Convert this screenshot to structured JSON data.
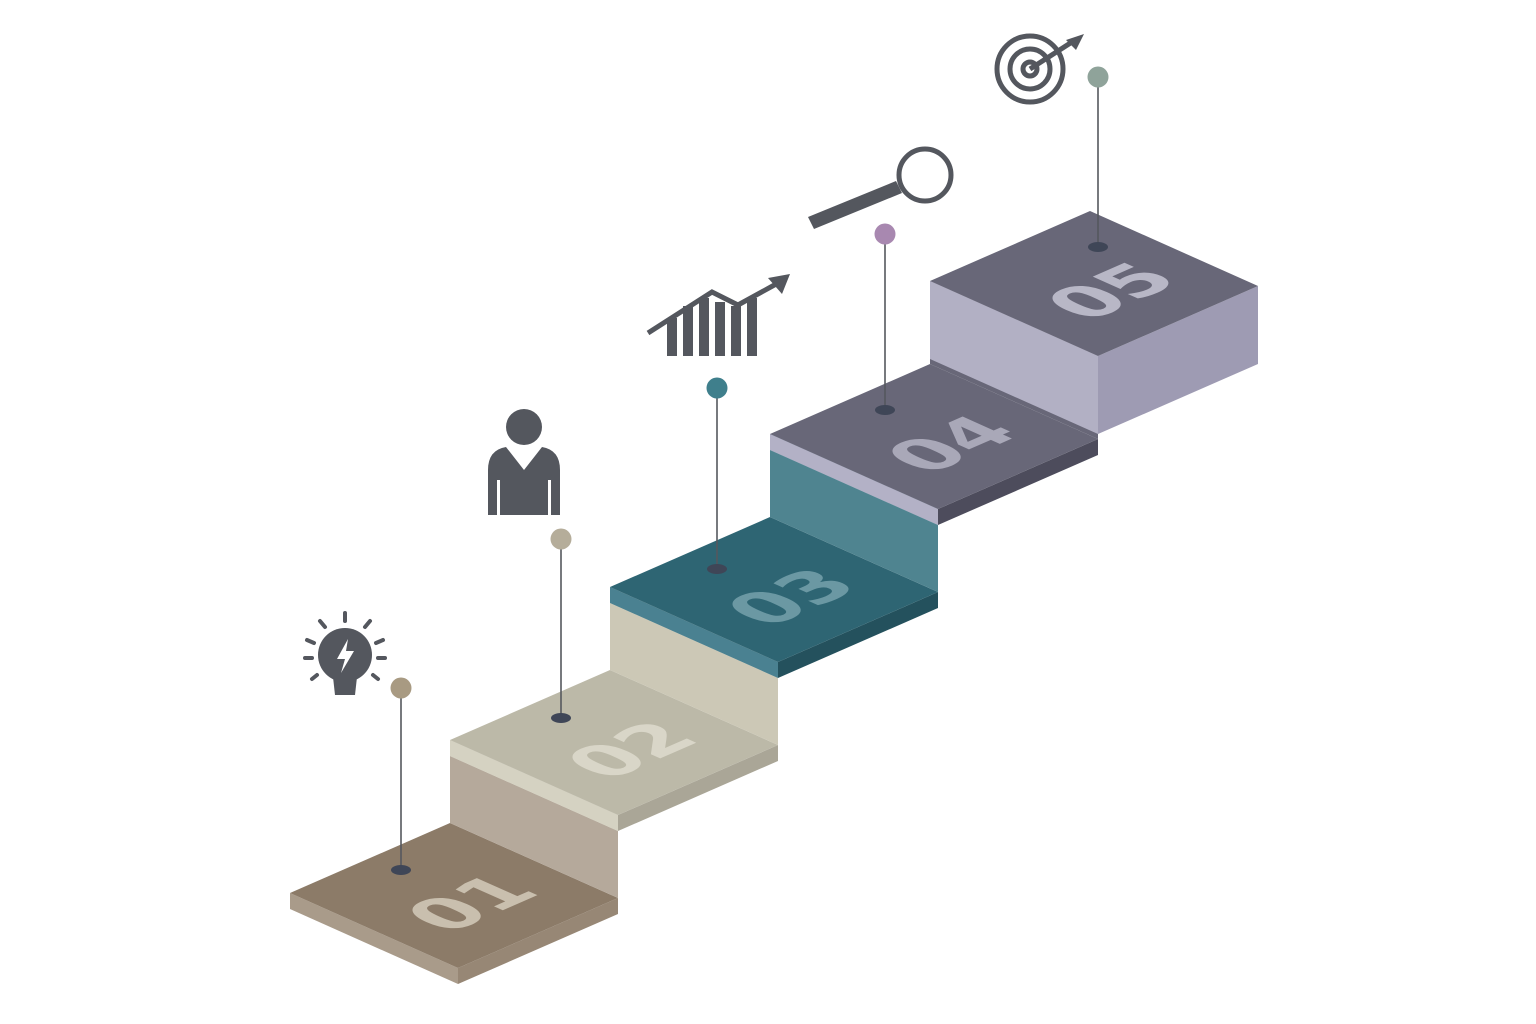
{
  "icon_color": "#54575e",
  "steps": [
    {
      "number": "01",
      "icon": "lightbulb-icon",
      "top": "#8c7b68",
      "side_left": "#a99b8a",
      "side_right": "#978775",
      "riser": "#b5a99b",
      "band": "#d3cfc0",
      "number_color": "#c9bfae",
      "pin_color": "#a89a82"
    },
    {
      "number": "02",
      "icon": "person-icon",
      "top": "#bcb9a8",
      "side_left": "#d5d2c2",
      "side_right": "#aaa697",
      "riser": "#b5a99b",
      "band": "#d3cfc0",
      "number_color": "#d9d6c8",
      "pin_color": "#b5ad9a"
    },
    {
      "number": "03",
      "icon": "growth-chart-icon",
      "top": "#2e6573",
      "side_left": "#4a8191",
      "side_right": "#24515d",
      "riser": "#ccc8b6",
      "band": "#ccc8b6",
      "number_color": "#6b98a3",
      "pin_color": "#3f7f8c"
    },
    {
      "number": "04",
      "icon": "magnifier-icon",
      "top": "#686778",
      "side_left": "#b3b1c6",
      "side_right": "#4d4c5c",
      "riser": "#4f8490",
      "band": "#4a8191",
      "number_color": "#a9a8b8",
      "pin_color": "#a888b0"
    },
    {
      "number": "05",
      "icon": "target-icon",
      "top": "#686778",
      "side_left": "#b2b0c4",
      "side_right": "#9e9bb3",
      "riser": "#686778",
      "band": "#b3b1c6",
      "number_color": "#b8b7c6",
      "pin_color": "#8fa39a"
    }
  ]
}
